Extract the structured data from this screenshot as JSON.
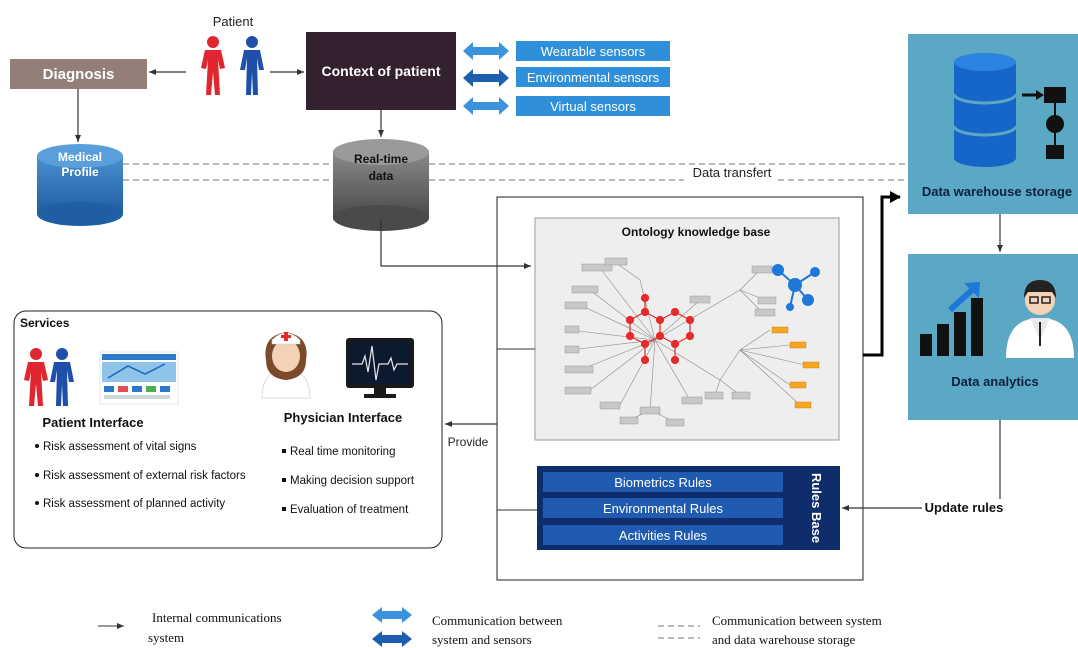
{
  "patient_label": "Patient",
  "diagnosis_label": "Diagnosis",
  "context_label": "Context of patient",
  "sensors": [
    "Wearable sensors",
    "Environmental sensors",
    "Virtual sensors"
  ],
  "medical_profile": [
    "Medical",
    "Profile"
  ],
  "realtime_data": [
    "Real-time",
    "data"
  ],
  "data_transfer_label": "Data transfert",
  "warehouse_label": "Data warehouse storage",
  "analytics_label": "Data analytics",
  "ontology_title": "Ontology knowledge base",
  "services": {
    "title": "Services",
    "patient_interface": {
      "title": "Patient Interface",
      "items": [
        "Risk assessment of vital signs",
        "Risk assessment of external risk factors",
        "Risk assessment of planned activity"
      ]
    },
    "physician_interface": {
      "title": "Physician Interface",
      "items": [
        "Real time monitoring",
        "Making decision support",
        "Evaluation of treatment"
      ]
    }
  },
  "provide_label": "Provide",
  "update_rules_label": "Update rules",
  "rules_base_label": "Rules Base",
  "rules": [
    "Biometrics Rules",
    "Environmental Rules",
    "Activities Rules"
  ],
  "legend": {
    "internal": [
      "Internal communications",
      "system"
    ],
    "sensors": [
      "Communication between",
      "system and sensors"
    ],
    "warehouse": [
      "Communication between system",
      "and data warehouse storage"
    ]
  },
  "colors": {
    "diagnosis_box": "#937f78",
    "context_box": "#33212f",
    "sensor_box": "#2f8fd8",
    "sensor_arrow_light": "#3a93dc",
    "sensor_arrow_dark": "#1d5fae",
    "profile_cylinder": "#2d74b8",
    "realtime_cylinder": "#7a7a7a",
    "warehouse_panel": "#5ba8c4",
    "analytics_panel": "#5ba8c4",
    "rules_box": "#0f2c6b",
    "rule_item": "#1f5bb0",
    "patient_red": "#e0262e",
    "patient_blue": "#1f4fa8",
    "ontology_red": "#e52a2a"
  }
}
